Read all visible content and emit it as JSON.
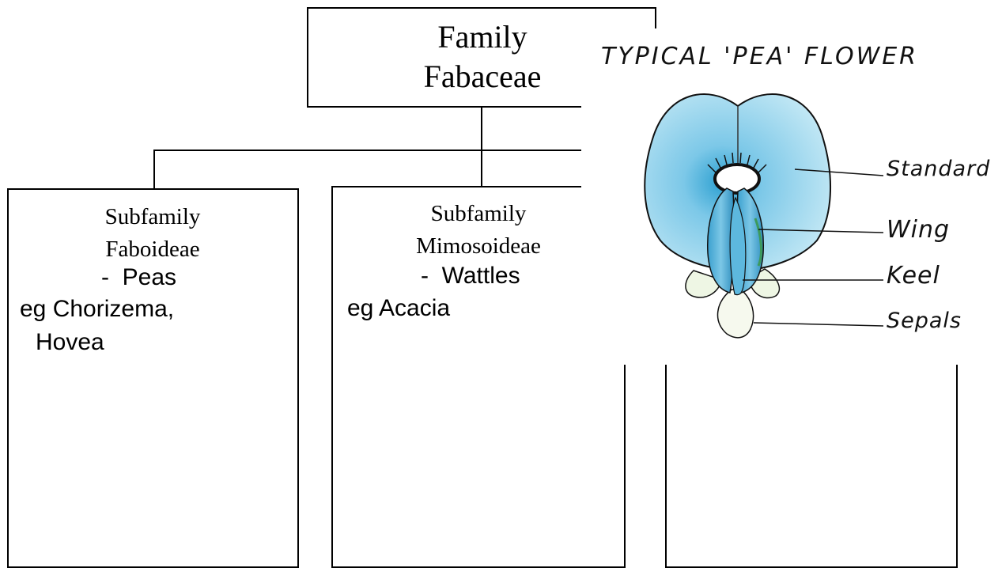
{
  "family": {
    "line1": "Family",
    "line2": "Fabaceae"
  },
  "subfamilies": [
    {
      "line1": "Subfamily",
      "line2": "Faboideae",
      "common": "-  Peas",
      "example_line1": "eg Chorizema,",
      "example_line2": "Hovea"
    },
    {
      "line1": "Subfamily",
      "line2": "Mimosoideae",
      "common": "-  Wattles",
      "example_line1": "eg Acacia"
    }
  ],
  "flower": {
    "title": "TYPICAL 'PEA' FLOWER",
    "labels": {
      "standard": "Standard",
      "wing": "Wing",
      "keel": "Keel",
      "sepals": "Sepals"
    },
    "colors": {
      "petal": "#8fd3ec",
      "petal_dark": "#2aa3d6",
      "wing": "#4fb2d8",
      "sepal": "#e8f3dc"
    }
  }
}
